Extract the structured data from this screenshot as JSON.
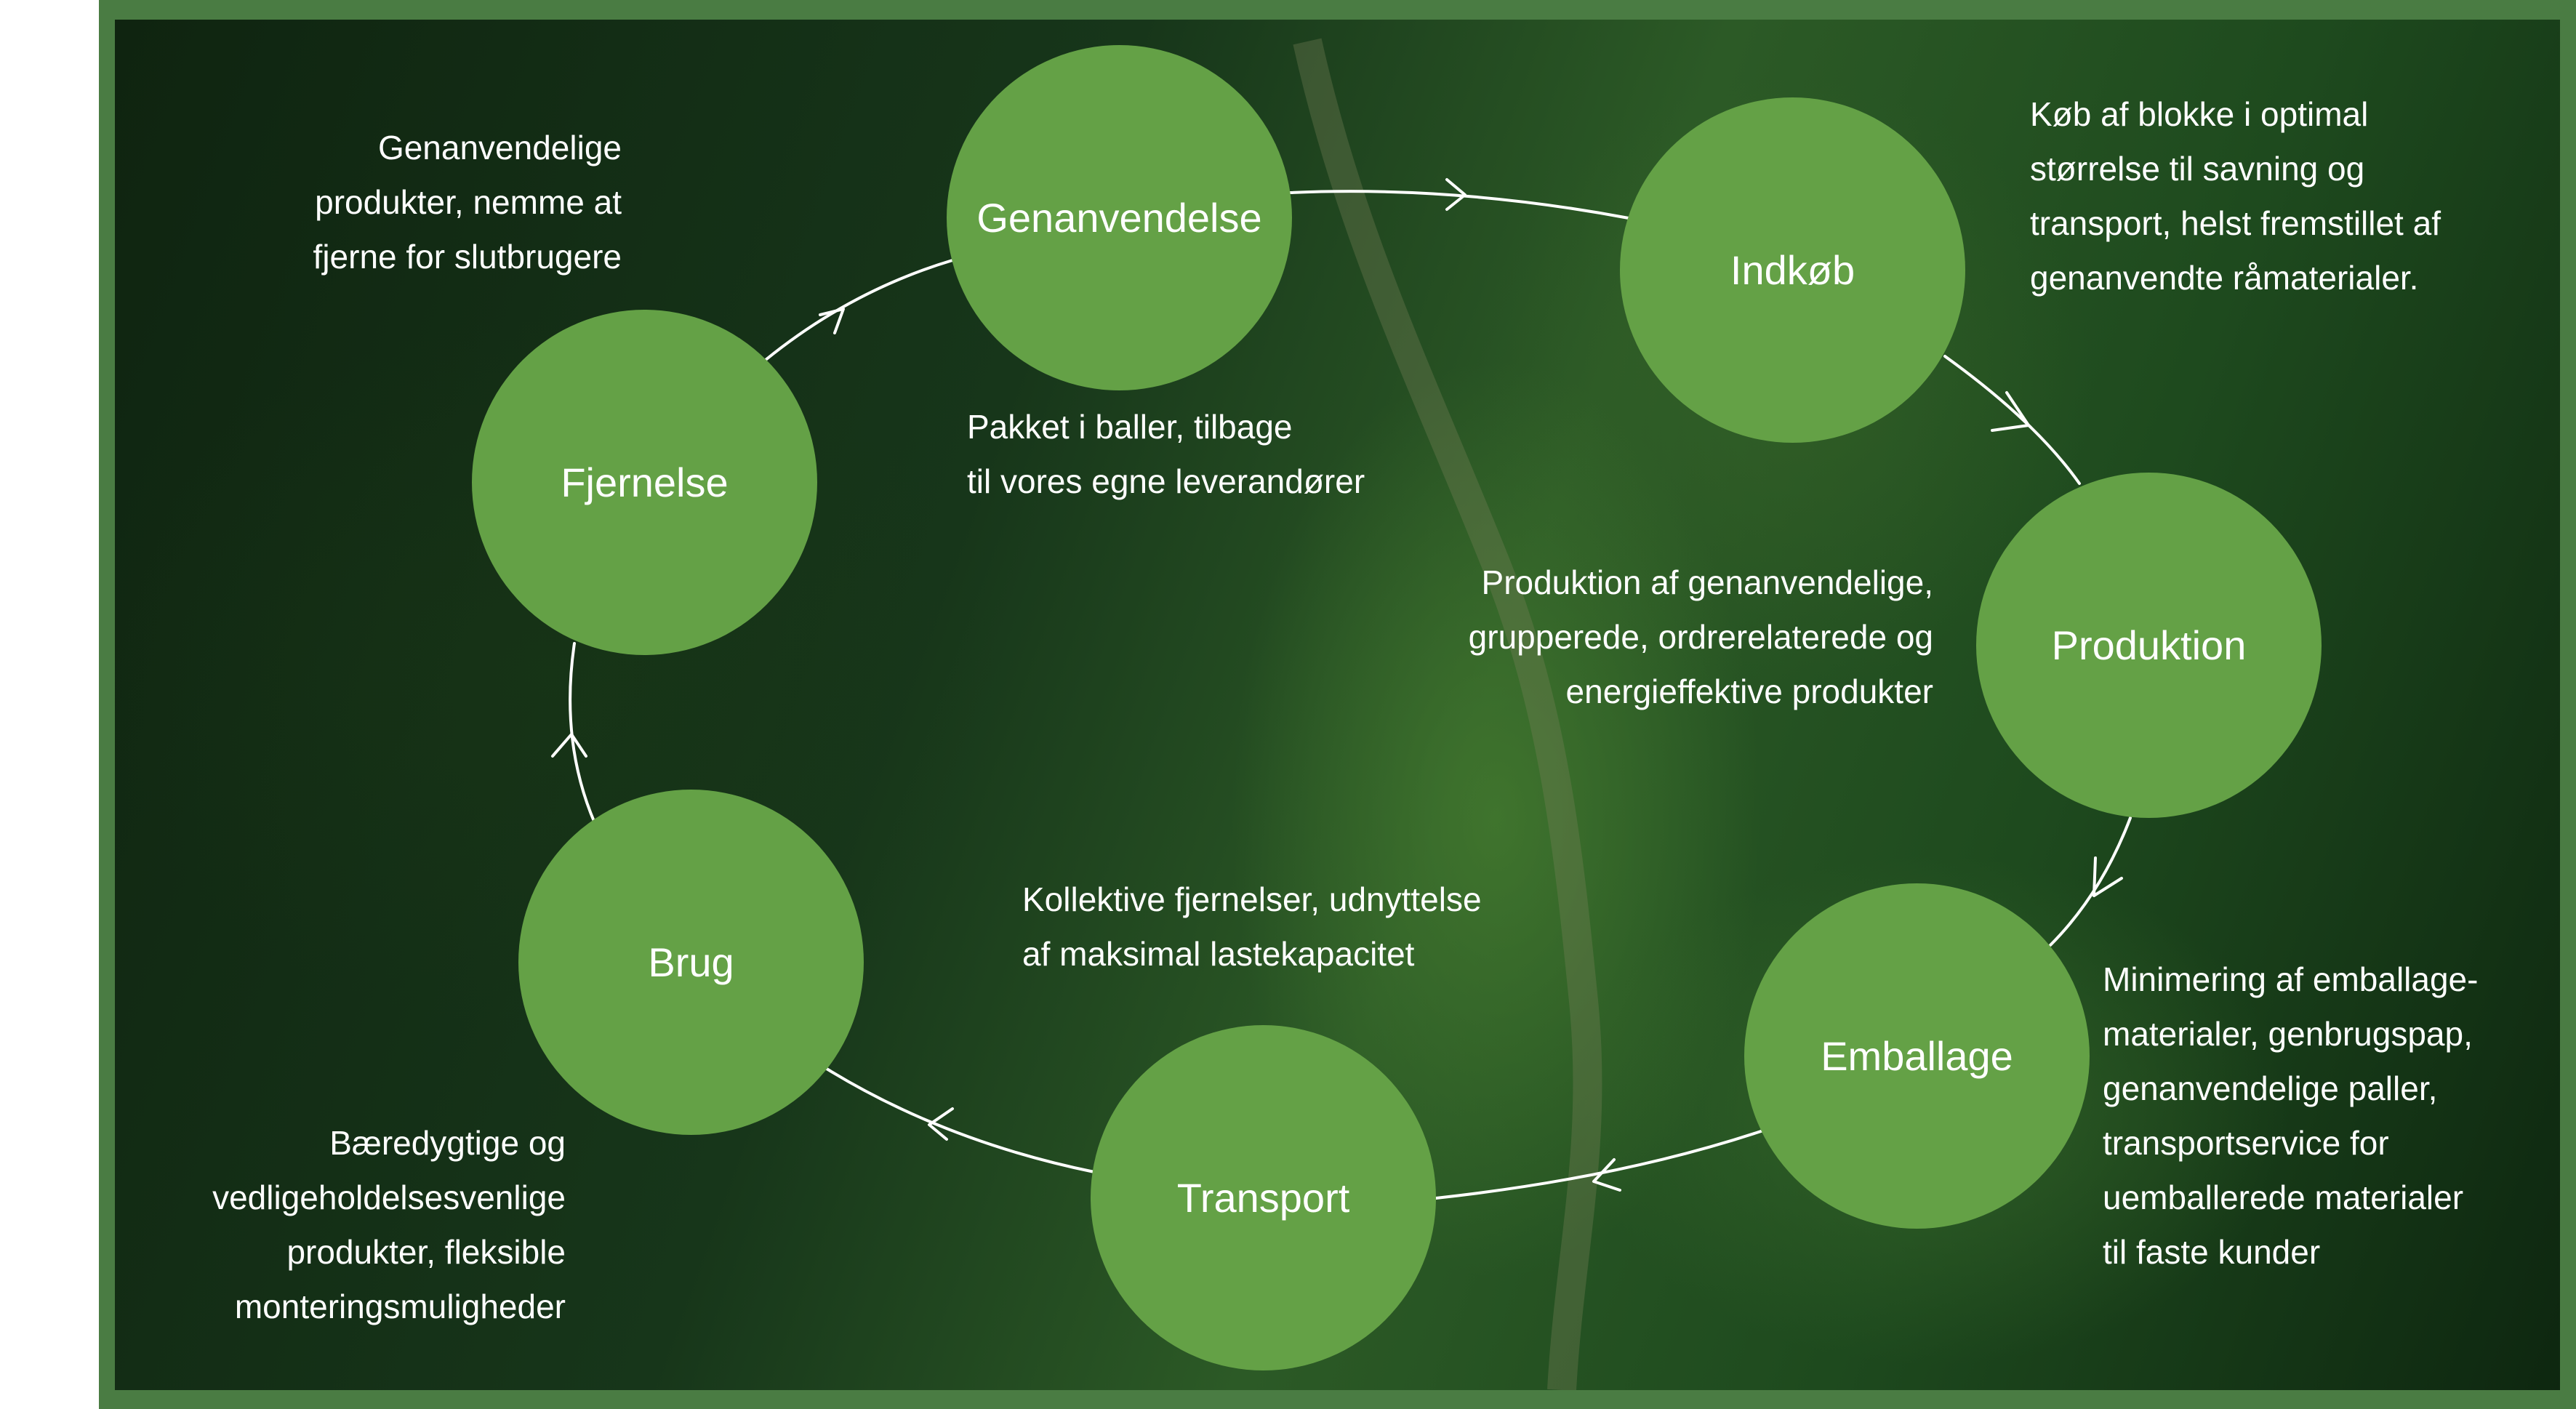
{
  "nodes": {
    "genanvendelse": "Genanvendelse",
    "indkob": "Indkøb",
    "produktion": "Produktion",
    "emballage": "Emballage",
    "transport": "Transport",
    "brug": "Brug",
    "fjernelse": "Fjernelse"
  },
  "descriptions": {
    "fjernelse": "Genanvendelige\nprodukter, nemme at\nfjerne for slutbrugere",
    "genanvendelse": "Pakket i baller, tilbage\ntil vores egne leverandører",
    "indkob": "Køb af blokke i optimal\nstørrelse til savning og\ntransport, helst fremstillet af\ngenanvendte råmaterialer.",
    "produktion": "Produktion af genanvendelige,\ngrupperede, ordrerelaterede og\nenergieffektive produkter",
    "emballage": "Minimering af emballage-\nmaterialer, genbrugspap,\ngenanvendelige paller,\ntransportservice for\nuemballerede materialer\ntil faste kunder",
    "transport": "Kollektive fjernelser, udnyttelse\naf maksimal lastekapacitet",
    "brug": "Bæredygtige og\nvedligeholdelsesvenlige\nprodukter, fleksible\nmonteringsmuligheder"
  },
  "colors": {
    "frame": "#4a7c43",
    "node": "#64a146",
    "arrow": "#ffffff",
    "text": "#ffffff"
  }
}
